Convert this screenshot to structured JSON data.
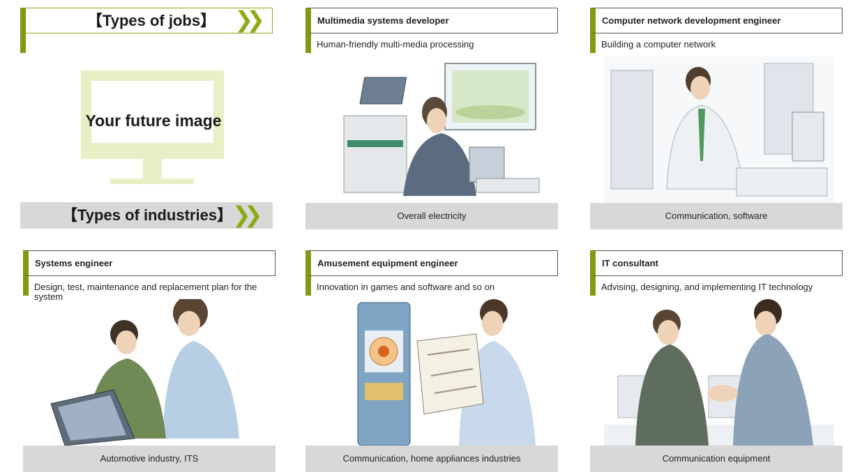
{
  "jobs_header": {
    "title": "【Types of jobs】",
    "chevron": "❯❯"
  },
  "monitor": {
    "label": "Your future image"
  },
  "industries_header": {
    "title": "【Types of industries】",
    "chevron": "❯❯"
  },
  "colors": {
    "accent": "#7e9b12",
    "accent_light": "#e8efc5",
    "industry_bg": "#d8d8d8"
  },
  "cards": [
    {
      "title": "Multimedia systems developer",
      "description": "Human-friendly multi-media processing",
      "industry": "Overall electricity",
      "illustration": "developer-at-computer-illustration"
    },
    {
      "title": "Computer network development engineer",
      "description": "Building a computer network",
      "industry": "Communication, software",
      "illustration": "network-engineer-illustration"
    },
    {
      "title": "Systems engineer",
      "description": "Design, test, maintenance and replacement plan for the system",
      "industry": "Automotive industry, ITS",
      "illustration": "engineers-with-laptop-illustration"
    },
    {
      "title": "Amusement equipment engineer",
      "description": "Innovation in games and software and so on",
      "industry": "Communication, home appliances industries",
      "illustration": "engineer-with-blueprint-illustration"
    },
    {
      "title": "IT consultant",
      "description": "Advising, designing, and implementing IT technology",
      "industry": "Communication equipment",
      "illustration": "handshake-illustration"
    }
  ]
}
